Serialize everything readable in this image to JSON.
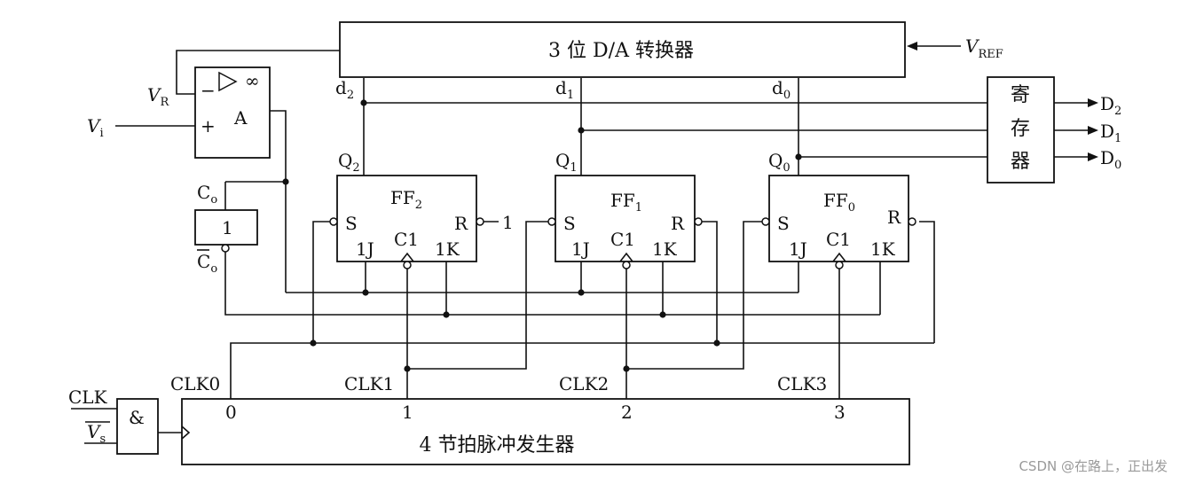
{
  "dac": {
    "title": "3 位 D/A 转换器",
    "vref_main": "V",
    "vref_sub": "REF"
  },
  "comparator": {
    "infinity": "∞",
    "minus": "−",
    "plus": "+",
    "name": "A",
    "vr_main": "V",
    "vr_sub": "R",
    "vi_main": "V",
    "vi_sub": "i"
  },
  "inverter": {
    "value": "1",
    "out_main": "C",
    "out_sub": "o",
    "outbar_main": "C",
    "outbar_sub": "o"
  },
  "register": {
    "line1": "寄",
    "line2": "存",
    "line3": "器"
  },
  "outputs": [
    {
      "main": "D",
      "sub": "2"
    },
    {
      "main": "D",
      "sub": "1"
    },
    {
      "main": "D",
      "sub": "0"
    }
  ],
  "dac_inputs": [
    {
      "main": "d",
      "sub": "2"
    },
    {
      "main": "d",
      "sub": "1"
    },
    {
      "main": "d",
      "sub": "0"
    }
  ],
  "flipflops": [
    {
      "main": "FF",
      "sub": "2",
      "q_main": "Q",
      "q_sub": "2",
      "s": "S",
      "r": "R",
      "j": "1J",
      "c": "C1",
      "k": "1K",
      "r_tie": "1"
    },
    {
      "main": "FF",
      "sub": "1",
      "q_main": "Q",
      "q_sub": "1",
      "s": "S",
      "r": "R",
      "j": "1J",
      "c": "C1",
      "k": "1K"
    },
    {
      "main": "FF",
      "sub": "0",
      "q_main": "Q",
      "q_sub": "0",
      "s": "S",
      "r": "R",
      "j": "1J",
      "c": "C1",
      "k": "1K"
    }
  ],
  "clk_lines": [
    "CLK0",
    "CLK1",
    "CLK2",
    "CLK3"
  ],
  "gate": {
    "symbol": "&",
    "in1": "CLK",
    "in2_main": "V",
    "in2_sub": "s"
  },
  "pulse_gen": {
    "title": "4 节拍脉冲发生器",
    "ports": [
      "0",
      "1",
      "2",
      "3"
    ]
  },
  "watermark": "CSDN @在路上，正出发"
}
